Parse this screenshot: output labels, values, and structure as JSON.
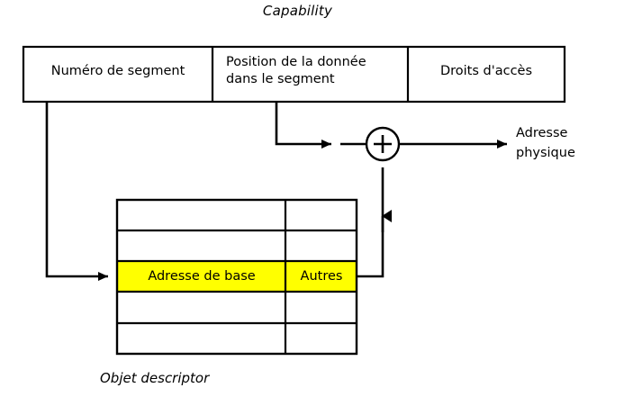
{
  "diagram": {
    "title": "Capability",
    "capability_box": {
      "cells": [
        {
          "label": "Numéro de segment"
        },
        {
          "label": "Position de la donnée\ndans le segment"
        },
        {
          "label": "Droits d'accès"
        }
      ]
    },
    "descriptor_table": {
      "caption": "Objet descriptor",
      "highlight_color": "#FFFF00",
      "rows": [
        {
          "left": "",
          "right": "",
          "highlighted": false
        },
        {
          "left": "",
          "right": "",
          "highlighted": false
        },
        {
          "left": "Adresse de base",
          "right": "Autres",
          "highlighted": true
        },
        {
          "left": "",
          "right": "",
          "highlighted": false
        },
        {
          "left": "",
          "right": "",
          "highlighted": false
        }
      ]
    },
    "adder": {
      "symbol": "+"
    },
    "output": {
      "label": "Adresse\nphysique"
    },
    "colors": {
      "stroke": "#000000",
      "background": "#FFFFFF",
      "highlight": "#FFFF00"
    }
  }
}
